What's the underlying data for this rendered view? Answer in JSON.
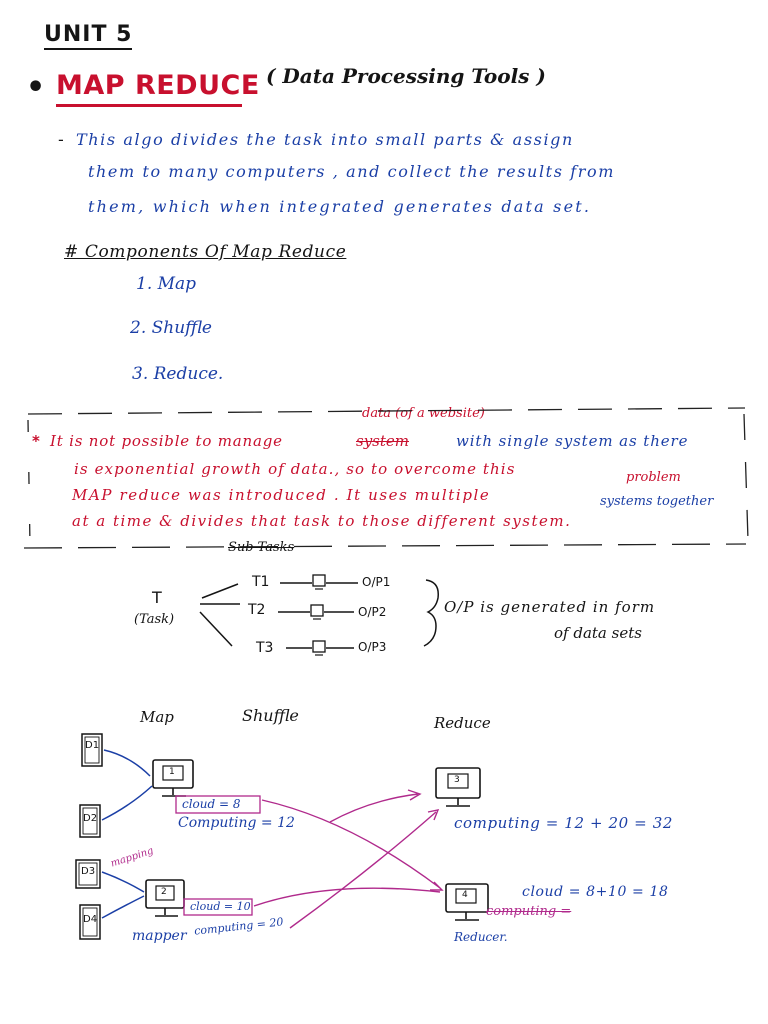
{
  "header": {
    "unit": "UNIT 5",
    "bullet": "•",
    "title": "MAP REDUCE",
    "subtitle": "( Data Processing Tools )"
  },
  "description": {
    "dash": "-",
    "line1": "This algo divides the task into small parts & assign",
    "line2": "them to many computers , and collect the results from",
    "line3": "them, which when integrated generates data set."
  },
  "components": {
    "heading": "# Components Of Map Reduce",
    "items": [
      "1. Map",
      "2. Shuffle",
      "3. Reduce."
    ]
  },
  "note": {
    "annotation": "data (of a website)",
    "line1_star": "*",
    "line1_before": "It is not possible to manage",
    "line1_struck": "system",
    "line1_after": "with single system as there",
    "line2": "is exponential growth of data., so to overcome this",
    "line2_end": "problem",
    "line3": "MAP reduce was introduced . It uses multiple",
    "line3_end": "systems together",
    "line4": "at a time & divides that task to those different system."
  },
  "subtask_diagram": {
    "label": "Sub-Tasks",
    "task": "T",
    "task_label": "(Task)",
    "subtasks": [
      "T1",
      "T2",
      "T3"
    ],
    "outputs": [
      "O/P1",
      "O/P2",
      "O/P3"
    ],
    "output_note_line1": "O/P is generated in form",
    "output_note_line2": "of data sets"
  },
  "mapreduce_diagram": {
    "headers": [
      "Map",
      "Shuffle",
      "Reduce"
    ],
    "documents": [
      "D1",
      "D2",
      "D3",
      "D4"
    ],
    "mapping_label": "mapping",
    "mapper1_number": "1",
    "mapper2_number": "2",
    "cloud1": "cloud = 8",
    "computing1": "Computing = 12",
    "cloud2": "cloud = 10",
    "computing2": "computing = 20",
    "mapper_label": "mapper",
    "reducer1_number": "3",
    "reducer2_number": "4",
    "reduce_computing": "computing = 12 + 20 = 32",
    "reduce_cloud": "cloud = 8+10 = 18",
    "reduce_struck": "computing =",
    "reducer_label": "Reducer."
  }
}
